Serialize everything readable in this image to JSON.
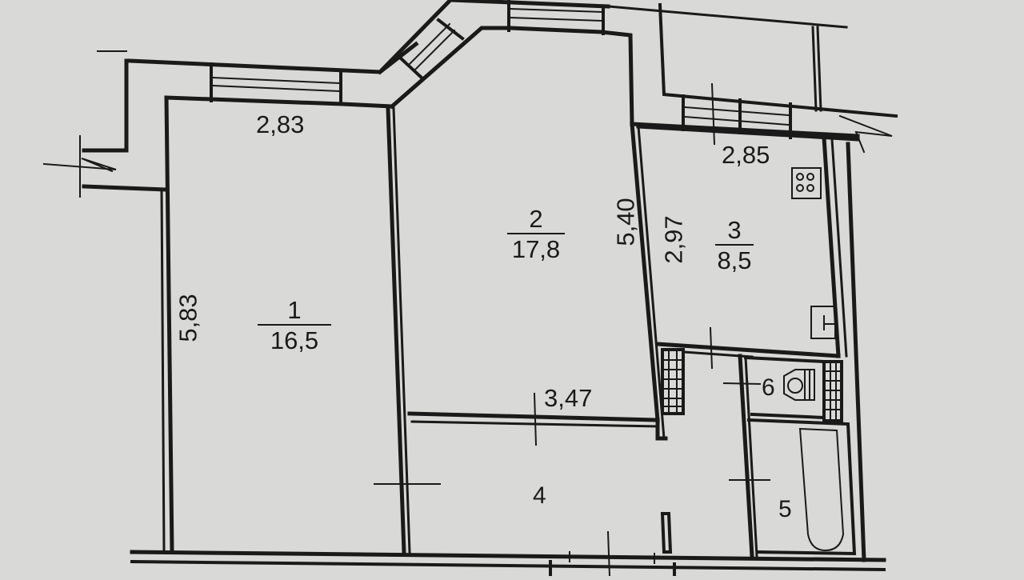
{
  "plan": {
    "colors": {
      "paper": "#d9d9d7",
      "ink": "#1a1a1a"
    },
    "rooms": [
      {
        "number": "1",
        "area": "16,5"
      },
      {
        "number": "2",
        "area": "17,8"
      },
      {
        "number": "3",
        "area": "8,5"
      },
      {
        "number": "4"
      },
      {
        "number": "5"
      },
      {
        "number": "6"
      }
    ],
    "dimensions": {
      "room1_width": "2,83",
      "room1_length": "5,83",
      "room2_length": "5,40",
      "room2_width": "3,47",
      "room3_width": "2,85",
      "room3_length": "2,97"
    },
    "icons": [
      "stove-icon",
      "sink-icon",
      "toilet-icon",
      "bathtub-icon",
      "ventilation-shaft-icon",
      "window-icon",
      "break-line-icon"
    ]
  }
}
